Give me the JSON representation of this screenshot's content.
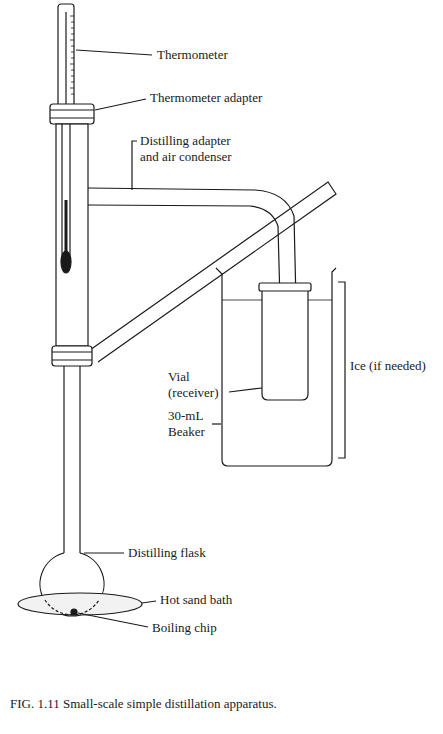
{
  "diagram": {
    "caption": "FIG. 1.11 Small-scale simple distillation apparatus.",
    "labels": [
      "Thermometer",
      "Thermometer adapter",
      "Distilling adapter and air condenser",
      "Vial (receiver)",
      "30-mL Beaker",
      "Ice (if needed)",
      "Distilling flask",
      "Hot sand bath",
      "Boiling chip"
    ]
  }
}
